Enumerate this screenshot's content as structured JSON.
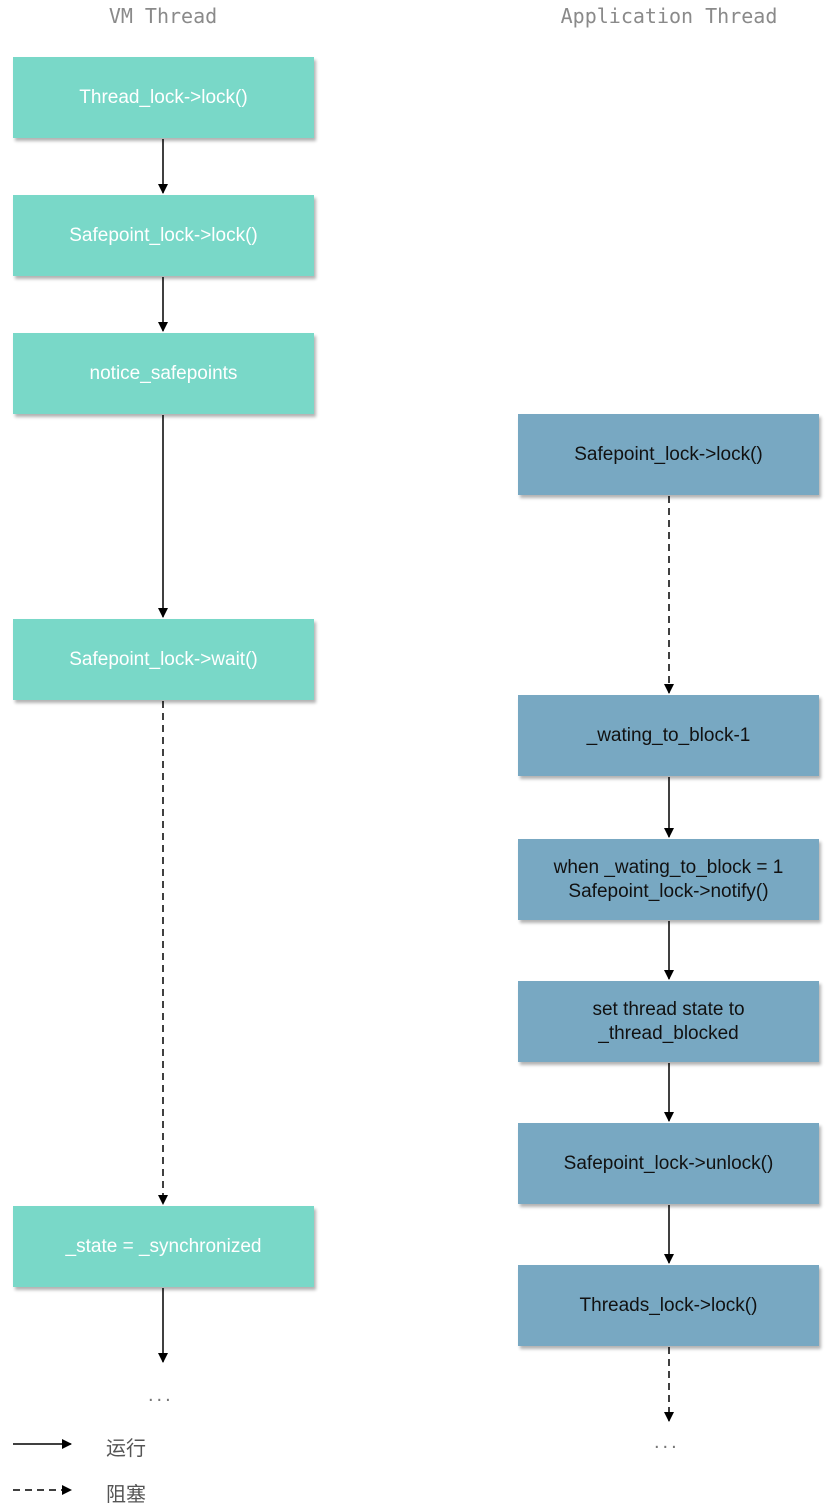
{
  "columns": {
    "vm_title": "VM Thread",
    "app_title": "Application Thread"
  },
  "vm_boxes": [
    {
      "label": "Thread_lock->lock()"
    },
    {
      "label": "Safepoint_lock->lock()"
    },
    {
      "label": "notice_safepoints"
    },
    {
      "label": "Safepoint_lock->wait()"
    },
    {
      "label": "_state = _synchronized"
    }
  ],
  "app_boxes": [
    {
      "label": "Safepoint_lock->lock()"
    },
    {
      "label": "_wating_to_block-1"
    },
    {
      "line1": "when _wating_to_block = 1",
      "line2": "Safepoint_lock->notify()"
    },
    {
      "line1": "set thread state to",
      "line2": "_thread_blocked"
    },
    {
      "label": "Safepoint_lock->unlock()"
    },
    {
      "label": "Threads_lock->lock()"
    }
  ],
  "vm_edges": [
    "solid",
    "solid",
    "solid",
    "dashed",
    "solid"
  ],
  "app_edges": [
    "dashed",
    "solid",
    "solid",
    "solid",
    "solid",
    "dashed"
  ],
  "continuation": "...",
  "legend": {
    "run_label": "运行",
    "block_label": "阻塞"
  },
  "colors": {
    "vm_box": "#79d8c8",
    "app_box": "#78a8c2",
    "arrow": "#000000"
  }
}
